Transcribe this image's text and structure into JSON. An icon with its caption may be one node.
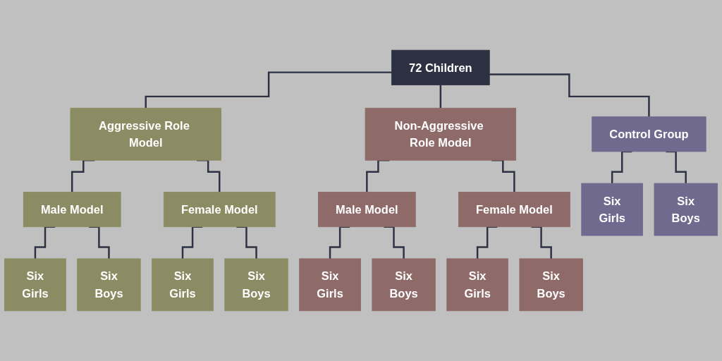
{
  "diagram": {
    "nodes": [
      {
        "text": [
          "72 Children"
        ]
      },
      {
        "text": [
          "Aggressive Role Model"
        ]
      },
      {
        "text": [
          "Non-Aggressive Role Model"
        ]
      },
      {
        "text": [
          "Control Group"
        ]
      },
      {
        "text": [
          "Male Model"
        ]
      },
      {
        "text": [
          "Female Model"
        ]
      },
      {
        "text": [
          "Male Model"
        ]
      },
      {
        "text": [
          "Female Model"
        ]
      },
      {
        "text": [
          "Six",
          "Girls"
        ]
      },
      {
        "text": [
          "Six",
          "Boys"
        ]
      },
      {
        "text": [
          "Six",
          "Girls"
        ]
      },
      {
        "text": [
          "Six",
          "Boys"
        ]
      },
      {
        "text": [
          "Six",
          "Girls"
        ]
      },
      {
        "text": [
          "Six",
          "Boys"
        ]
      },
      {
        "text": [
          "Six",
          "Girls"
        ]
      },
      {
        "text": [
          "Six",
          "Boys"
        ]
      },
      {
        "text": [
          "Six",
          "Girls"
        ]
      },
      {
        "text": [
          "Six",
          "Boys"
        ]
      }
    ],
    "edges": [
      {
        "from": 0,
        "to": 1,
        "arrow": "none"
      },
      {
        "from": 0,
        "to": 2,
        "arrow": "none"
      },
      {
        "from": 0,
        "to": 3,
        "arrow": "none"
      },
      {
        "from": 1,
        "to": 4,
        "arrow": "none"
      },
      {
        "from": 1,
        "to": 5,
        "arrow": "none"
      },
      {
        "from": 2,
        "to": 6,
        "arrow": "none"
      },
      {
        "from": 2,
        "to": 7,
        "arrow": "none"
      },
      {
        "from": 4,
        "to": 8,
        "arrow": "none"
      },
      {
        "from": 4,
        "to": 9,
        "arrow": "none"
      },
      {
        "from": 5,
        "to": 10,
        "arrow": "none"
      },
      {
        "from": 5,
        "to": 11,
        "arrow": "none"
      },
      {
        "from": 6,
        "to": 12,
        "arrow": "none"
      },
      {
        "from": 6,
        "to": 13,
        "arrow": "none"
      },
      {
        "from": 7,
        "to": 14,
        "arrow": "none"
      },
      {
        "from": 7,
        "to": 15,
        "arrow": "none"
      },
      {
        "from": 3,
        "to": 16,
        "arrow": "none"
      },
      {
        "from": 3,
        "to": 17,
        "arrow": "none"
      }
    ]
  }
}
